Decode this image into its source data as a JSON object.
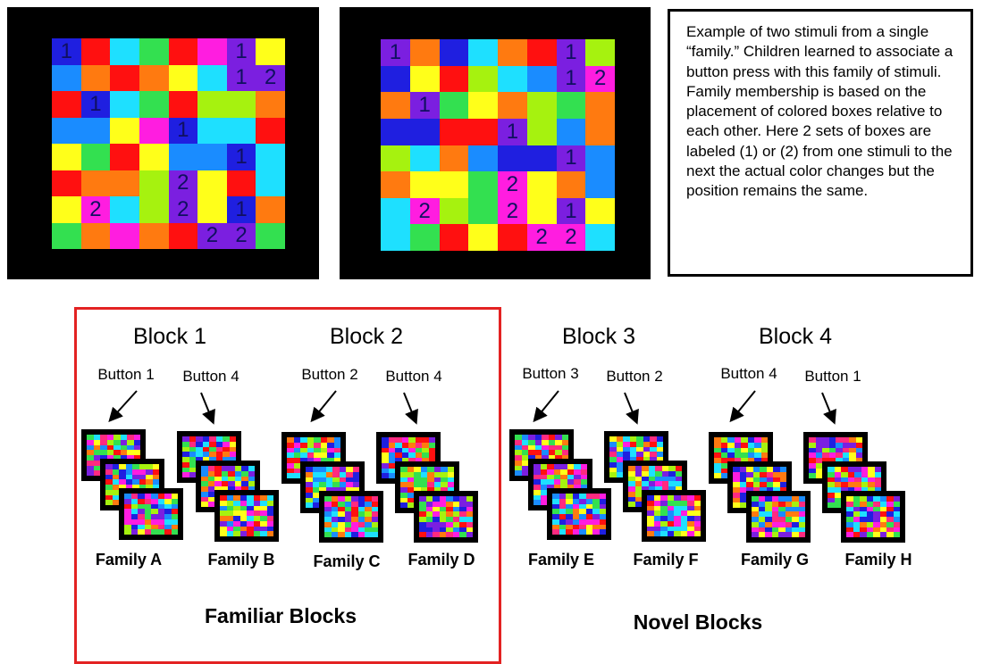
{
  "palette": [
    "#1f1fe0",
    "#ff1010",
    "#1ee0ff",
    "#33e050",
    "#ff1de0",
    "#ffff1a",
    "#7b1fe0",
    "#a6f20f",
    "#ff7a10",
    "#1a8cff",
    "#ff2a80"
  ],
  "stimulus_a": {
    "cells": [
      [
        0,
        1,
        2,
        3,
        1,
        4,
        6,
        5
      ],
      [
        9,
        8,
        1,
        8,
        5,
        2,
        6,
        6
      ],
      [
        1,
        0,
        2,
        3,
        1,
        7,
        7,
        8
      ],
      [
        9,
        9,
        5,
        4,
        0,
        2,
        2,
        1
      ],
      [
        5,
        3,
        1,
        5,
        9,
        9,
        0,
        2
      ],
      [
        1,
        8,
        8,
        7,
        6,
        5,
        1,
        2
      ],
      [
        5,
        4,
        2,
        7,
        6,
        5,
        0,
        8
      ],
      [
        3,
        8,
        4,
        8,
        1,
        6,
        6,
        3
      ]
    ],
    "marks": [
      {
        "r": 0,
        "c": 0,
        "t": "1"
      },
      {
        "r": 0,
        "c": 6,
        "t": "1"
      },
      {
        "r": 1,
        "c": 6,
        "t": "1"
      },
      {
        "r": 1,
        "c": 7,
        "t": "2"
      },
      {
        "r": 2,
        "c": 1,
        "t": "1"
      },
      {
        "r": 3,
        "c": 4,
        "t": "1"
      },
      {
        "r": 4,
        "c": 6,
        "t": "1"
      },
      {
        "r": 5,
        "c": 4,
        "t": "2"
      },
      {
        "r": 6,
        "c": 1,
        "t": "2"
      },
      {
        "r": 6,
        "c": 4,
        "t": "2"
      },
      {
        "r": 6,
        "c": 6,
        "t": "1"
      },
      {
        "r": 7,
        "c": 5,
        "t": "2"
      },
      {
        "r": 7,
        "c": 6,
        "t": "2"
      }
    ]
  },
  "stimulus_b": {
    "cells": [
      [
        6,
        8,
        0,
        2,
        8,
        1,
        6,
        7
      ],
      [
        0,
        5,
        1,
        7,
        2,
        9,
        6,
        4
      ],
      [
        8,
        6,
        3,
        5,
        8,
        7,
        3,
        8
      ],
      [
        0,
        0,
        1,
        1,
        6,
        7,
        9,
        8
      ],
      [
        7,
        2,
        8,
        9,
        0,
        0,
        6,
        9
      ],
      [
        8,
        5,
        5,
        3,
        4,
        5,
        8,
        9
      ],
      [
        2,
        4,
        7,
        3,
        4,
        5,
        6,
        5
      ],
      [
        2,
        3,
        1,
        5,
        1,
        4,
        4,
        2
      ]
    ],
    "marks": [
      {
        "r": 0,
        "c": 0,
        "t": "1"
      },
      {
        "r": 0,
        "c": 6,
        "t": "1"
      },
      {
        "r": 1,
        "c": 6,
        "t": "1"
      },
      {
        "r": 1,
        "c": 7,
        "t": "2"
      },
      {
        "r": 2,
        "c": 1,
        "t": "1"
      },
      {
        "r": 3,
        "c": 4,
        "t": "1"
      },
      {
        "r": 4,
        "c": 6,
        "t": "1"
      },
      {
        "r": 5,
        "c": 4,
        "t": "2"
      },
      {
        "r": 6,
        "c": 1,
        "t": "2"
      },
      {
        "r": 6,
        "c": 4,
        "t": "2"
      },
      {
        "r": 6,
        "c": 6,
        "t": "1"
      },
      {
        "r": 7,
        "c": 5,
        "t": "2"
      },
      {
        "r": 7,
        "c": 6,
        "t": "2"
      }
    ]
  },
  "caption": "Example of two stimuli from a single “family.” Children learned to associate a button press with this family of stimuli. Family membership is based on the placement of colored boxes relative to each other. Here 2 sets of boxes are labeled (1) or (2) from one stimuli to the next the actual color changes but the position remains the same.",
  "blocks": [
    {
      "title": "Block 1",
      "families": [
        {
          "button": "Button 1",
          "name": "Family A"
        },
        {
          "button": "Button 4",
          "name": "Family B"
        }
      ]
    },
    {
      "title": "Block 2",
      "families": [
        {
          "button": "Button 2",
          "name": "Family C"
        },
        {
          "button": "Button 4",
          "name": "Family D"
        }
      ]
    },
    {
      "title": "Block 3",
      "families": [
        {
          "button": "Button 3",
          "name": "Family E"
        },
        {
          "button": "Button 2",
          "name": "Family F"
        }
      ]
    },
    {
      "title": "Block 4",
      "families": [
        {
          "button": "Button 4",
          "name": "Family G"
        },
        {
          "button": "Button 1",
          "name": "Family H"
        }
      ]
    }
  ],
  "group_labels": {
    "familiar": "Familiar Blocks",
    "novel": "Novel Blocks"
  },
  "colors": {
    "familiar_border": "#e32222",
    "number_color": "#101060"
  }
}
